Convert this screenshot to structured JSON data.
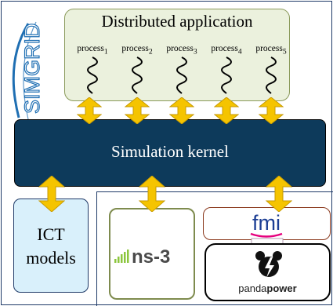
{
  "distributed_app": {
    "title": "Distributed application",
    "processes": [
      {
        "name": "process",
        "index": "1"
      },
      {
        "name": "process",
        "index": "2"
      },
      {
        "name": "process",
        "index": "3"
      },
      {
        "name": "process",
        "index": "4"
      },
      {
        "name": "process",
        "index": "5"
      }
    ]
  },
  "kernel": {
    "title": "Simulation kernel"
  },
  "ict_models": {
    "line1": "ICT",
    "line2": "models"
  },
  "logos": {
    "simgrid": "SIMGRID",
    "ns3": "ns-3",
    "fmi": "fmi",
    "pandapower_light": "panda",
    "pandapower_bold": "power"
  },
  "colors": {
    "kernel_fill": "#0d3a5b",
    "app_fill": "#ebf1dd",
    "ict_fill": "#d9f0fb",
    "arrow_fill": "#f5c400",
    "ns3_green": "#8cc63e",
    "fmi_blue": "#1c3e94",
    "fmi_pink": "#e6007e"
  }
}
